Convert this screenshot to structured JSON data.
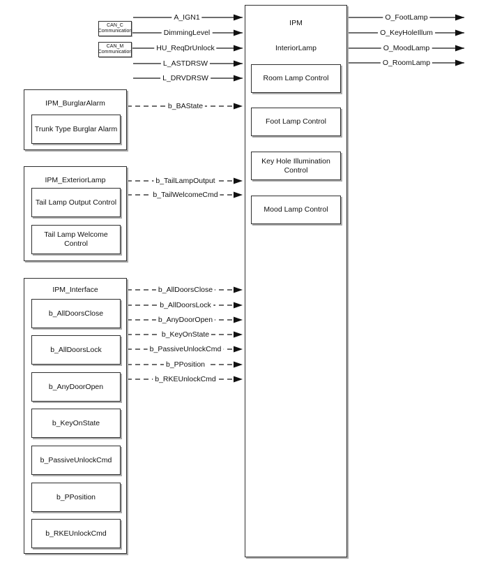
{
  "diagram": {
    "ipm": {
      "title": "IPM",
      "subtitle": "InteriorLamp",
      "controls": [
        "Room Lamp Control",
        "Foot Lamp Control",
        "Key Hole Illumination Control",
        "Mood Lamp Control"
      ]
    },
    "can_nodes": [
      {
        "name": "CAN_C",
        "caption": "Communication"
      },
      {
        "name": "CAN_M",
        "caption": "Communication"
      }
    ],
    "inputs": [
      "A_IGN1",
      "DimmingLevel",
      "HU_ReqDrUnlock",
      "L_ASTDRSW",
      "L_DRVDRSW"
    ],
    "outputs": [
      "O_FootLamp",
      "O_KeyHoleIllum",
      "O_MoodLamp",
      "O_RoomLamp"
    ],
    "left_blocks": [
      {
        "title": "IPM_BurglarAlarm",
        "children": [
          "Trunk Type Burglar Alarm"
        ],
        "signals": [
          "b_BAState"
        ]
      },
      {
        "title": "IPM_ExteriorLamp",
        "children": [
          "Tail Lamp Output Control",
          "Tail Lamp Welcome Control"
        ],
        "signals": [
          "b_TailLampOutput",
          "b_TailWelcomeCmd"
        ]
      },
      {
        "title": "IPM_Interface",
        "children": [
          "b_AllDoorsClose",
          "b_AllDoorsLock",
          "b_AnyDoorOpen",
          "b_KeyOnState",
          "b_PassiveUnlockCmd",
          "b_PPosition",
          "b_RKEUnlockCmd"
        ],
        "signals": [
          "b_AllDoorsClose",
          "b_AllDoorsLock",
          "b_AnyDoorOpen",
          "b_KeyOnState",
          "b_PassiveUnlockCmd",
          "b_PPosition",
          "b_RKEUnlockCmd"
        ]
      }
    ],
    "colors": {
      "background": "#ffffff",
      "line": "#3d3d3d",
      "arrowhead": "#111111",
      "box_border": "#2e2e2e",
      "box_shadow": "#ababab",
      "text": "#111111"
    }
  }
}
